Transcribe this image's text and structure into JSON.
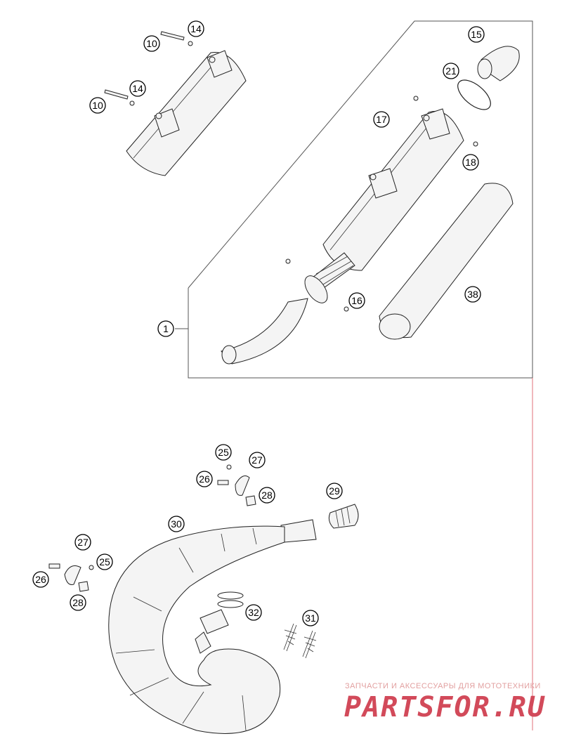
{
  "labels": [
    "1",
    "10",
    "10",
    "14",
    "14",
    "15",
    "16",
    "17",
    "18",
    "21",
    "25",
    "25",
    "26",
    "26",
    "27",
    "27",
    "28",
    "28",
    "29",
    "30",
    "31",
    "32",
    "38"
  ],
  "watermark": {
    "tagline": "ЗАПЧАСТИ И АКСЕССУАРЫ ДЛЯ МОТОТЕХНИКИ",
    "brand": "PARTSFOR.RU"
  },
  "colors": {
    "accent_line": "#e0707a",
    "watermark": "#d24a5a"
  }
}
